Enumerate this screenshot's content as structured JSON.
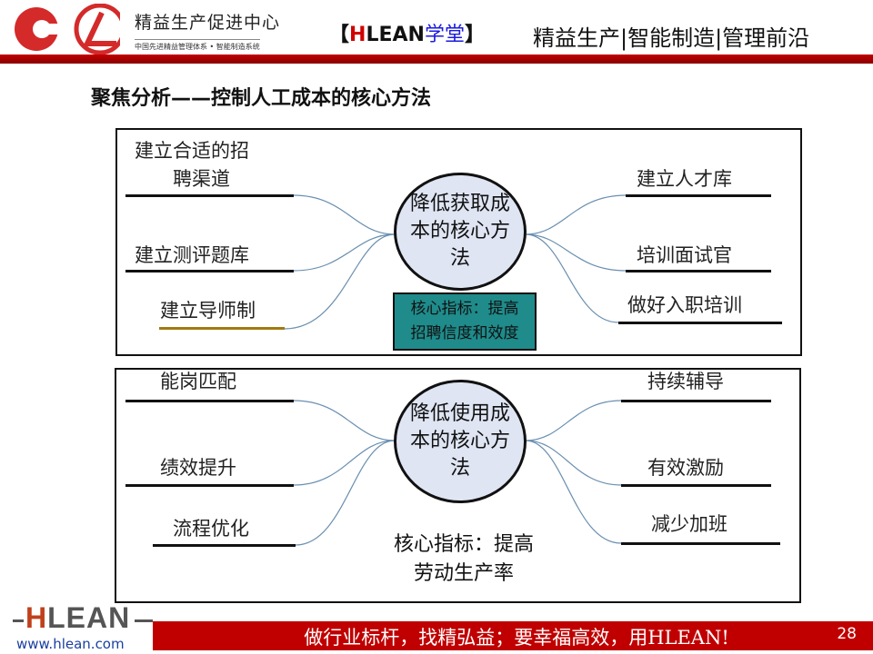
{
  "header": {
    "org_name": "精益生产促进中心",
    "org_sub": "中国先进精益管理体系 • 智能制造系统",
    "brand_prefix": "【",
    "brand_h": "H",
    "brand_lean": "LEAN",
    "brand_cn": "学堂",
    "brand_suffix": "】",
    "slogan": "精益生产|智能制造|管理前沿"
  },
  "title": "聚焦分析——控制人工成本的核心方法",
  "top": {
    "center_line1": "降低获取成",
    "center_line2": "本的核心方",
    "center_line3": "法",
    "left": [
      "建立合适的招",
      "聘渠道",
      "建立测评题库",
      "建立导师制"
    ],
    "right": [
      "建立人才库",
      "培训面试官",
      "做好入职培训"
    ],
    "kpi_line1": "核心指标：提高",
    "kpi_line2": "招聘信度和效度"
  },
  "bottom": {
    "center_line1": "降低使用成",
    "center_line2": "本的核心方",
    "center_line3": "法",
    "left": [
      "能岗匹配",
      "绩效提升",
      "流程优化"
    ],
    "right": [
      "持续辅导",
      "有效激励",
      "减少加班"
    ],
    "kpi_line1": "核心指标：提高",
    "kpi_line2": "劳动生产率"
  },
  "footer": {
    "logo_text": "HLEAN",
    "website": "www.hlean.com",
    "motto": "做行业标杆，找精弘益；要幸福高效，用HLEAN!",
    "page": "28"
  }
}
